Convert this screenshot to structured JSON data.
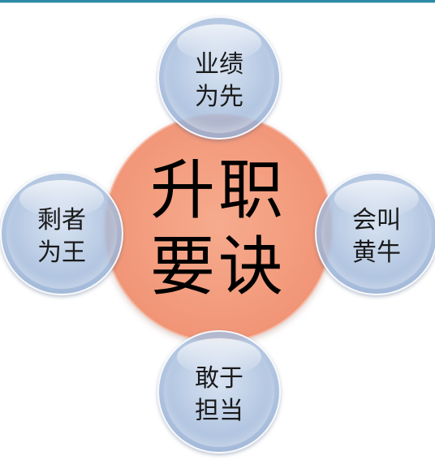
{
  "center": {
    "line1": "升职",
    "line2": "要诀"
  },
  "bubbles": {
    "top": {
      "line1": "业绩",
      "line2": "为先"
    },
    "left": {
      "line1": "剩者",
      "line2": "为王"
    },
    "right": {
      "line1": "会叫",
      "line2": "黄牛"
    },
    "bottom": {
      "line1": "敢于",
      "line2": "担当"
    }
  },
  "colors": {
    "center_fill": "#f39a7c",
    "bubble_fill": "#a3badb",
    "top_rule": "#2e8aa6"
  }
}
